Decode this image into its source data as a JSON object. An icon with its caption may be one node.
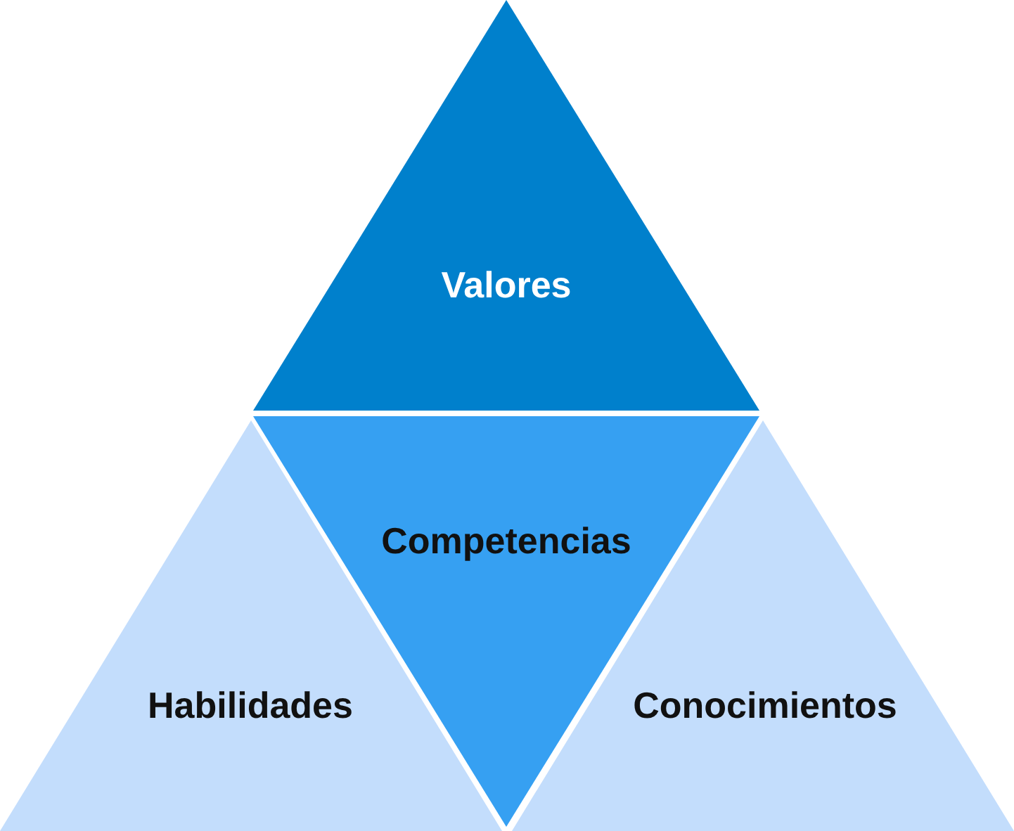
{
  "diagram": {
    "nodes": [
      {
        "text": [
          "Valores"
        ]
      },
      {
        "text": [
          "Competencias"
        ]
      },
      {
        "text": [
          "Habilidades"
        ]
      },
      {
        "text": [
          "Conocimientos"
        ]
      }
    ]
  }
}
